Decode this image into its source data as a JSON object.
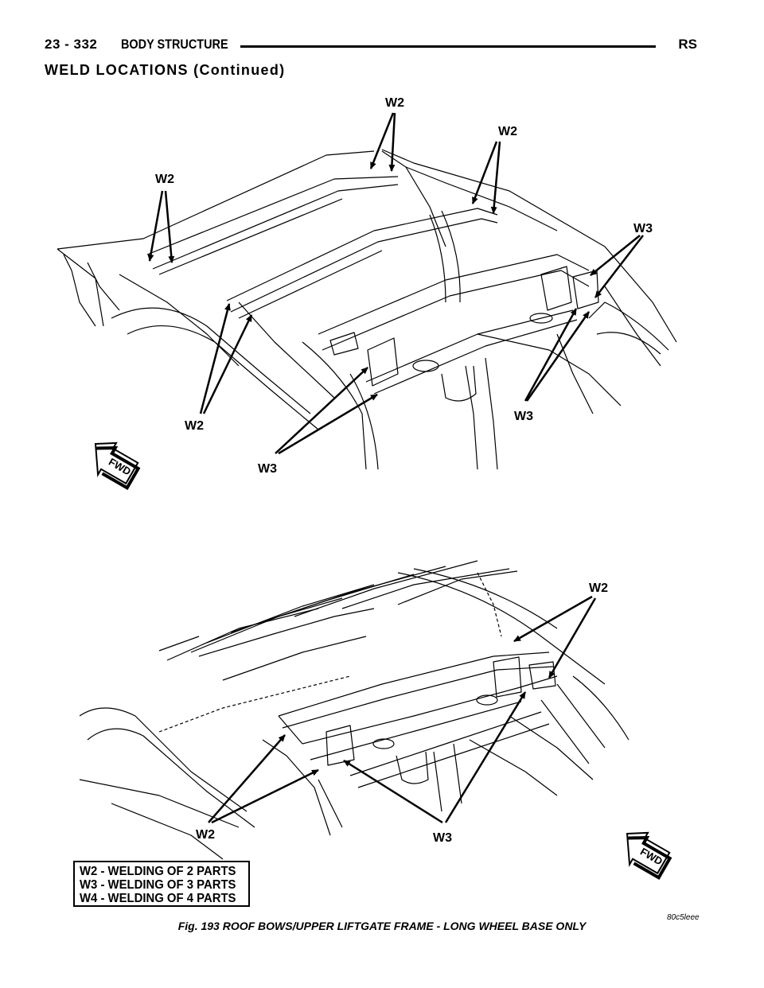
{
  "header": {
    "page": "23 - 332",
    "section": "BODY STRUCTURE",
    "code": "RS"
  },
  "subtitle": "WELD LOCATIONS (Continued)",
  "figure_top": {
    "callouts": {
      "w2_left": "W2",
      "w2_top": "W2",
      "w2_right": "W2",
      "w3_right": "W3",
      "w2_bottom": "W2",
      "w3_bottom_right": "W3",
      "w3_bottom": "W3"
    },
    "fwd_label": "FWD"
  },
  "figure_bottom": {
    "callouts": {
      "w2_top_right": "W2",
      "w2_bottom_left": "W2",
      "w3_bottom": "W3"
    },
    "fwd_label": "FWD"
  },
  "legend": {
    "items": [
      "W2 - WELDING OF 2 PARTS",
      "W3 - WELDING OF 3 PARTS",
      "W4 - WELDING OF 4 PARTS"
    ]
  },
  "caption": "Fig. 193 ROOF BOWS/UPPER LIFTGATE FRAME - LONG WHEEL BASE ONLY",
  "figure_code": "80c5leee"
}
